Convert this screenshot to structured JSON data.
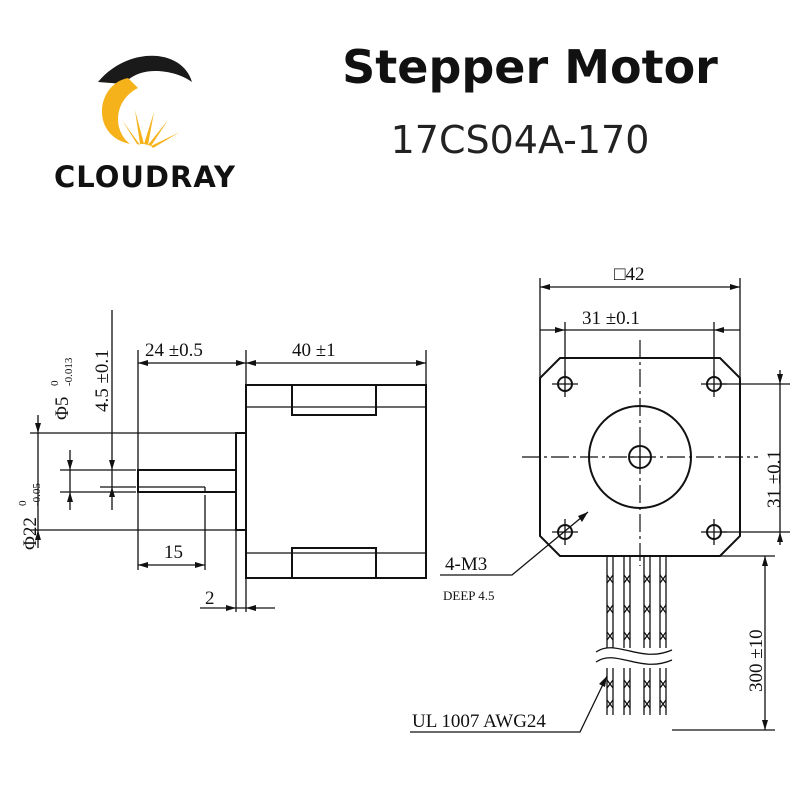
{
  "brand": {
    "name": "CLOUDRAY",
    "colors": {
      "logo_gold": "#F6B21A",
      "logo_dark": "#1A1A1A"
    }
  },
  "header": {
    "title": "Stepper Motor",
    "model": "17CS04A-170"
  },
  "side_view": {
    "dim_shaft_dia": "Φ5",
    "dim_shaft_tol_upper": "0",
    "dim_shaft_tol_lower": "-0.013",
    "dim_flat": "4.5 ±0.1",
    "dim_shaft_length": "24 ±0.5",
    "dim_body_length": "40 ±1",
    "dim_boss_dia": "Φ22",
    "dim_boss_tol_upper": "0",
    "dim_boss_tol_lower": "-0.05",
    "dim_flat_length": "15",
    "dim_boss_height": "2"
  },
  "front_view": {
    "dim_frame": "□42",
    "dim_hole_spacing_h": "31 ±0.1",
    "dim_hole_spacing_v": "31 ±0.1",
    "dim_holes": "4-M3",
    "dim_hole_depth": "DEEP 4.5",
    "dim_lead_length": "300 ±10",
    "lead_spec": "UL 1007 AWG24"
  }
}
